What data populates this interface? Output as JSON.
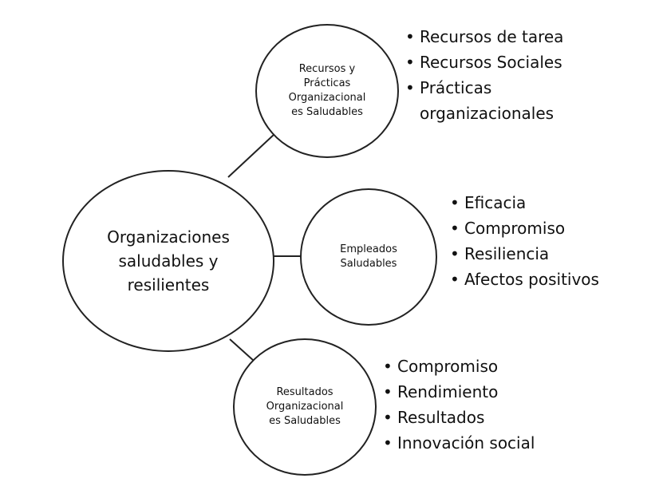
{
  "diagram": {
    "center": {
      "label": "Organizaciones\nsaludables y\nresilientes"
    },
    "nodes": [
      {
        "label": "Recursos y\nPrácticas\nOrganizacional\nes Saludables",
        "items": [
          "Recursos de tarea",
          "Recursos Sociales",
          "Prácticas\norganizacionales"
        ]
      },
      {
        "label": "Empleados\nSaludables",
        "items": [
          "Eficacia",
          "Compromiso",
          "Resiliencia",
          "Afectos positivos"
        ]
      },
      {
        "label": "Resultados\nOrganizacional\nes Saludables",
        "items": [
          "Compromiso",
          "Rendimiento",
          "Resultados",
          "Innovación social"
        ]
      }
    ],
    "colors": {
      "stroke": "#222222",
      "text": "#111111",
      "background": "#ffffff"
    }
  }
}
